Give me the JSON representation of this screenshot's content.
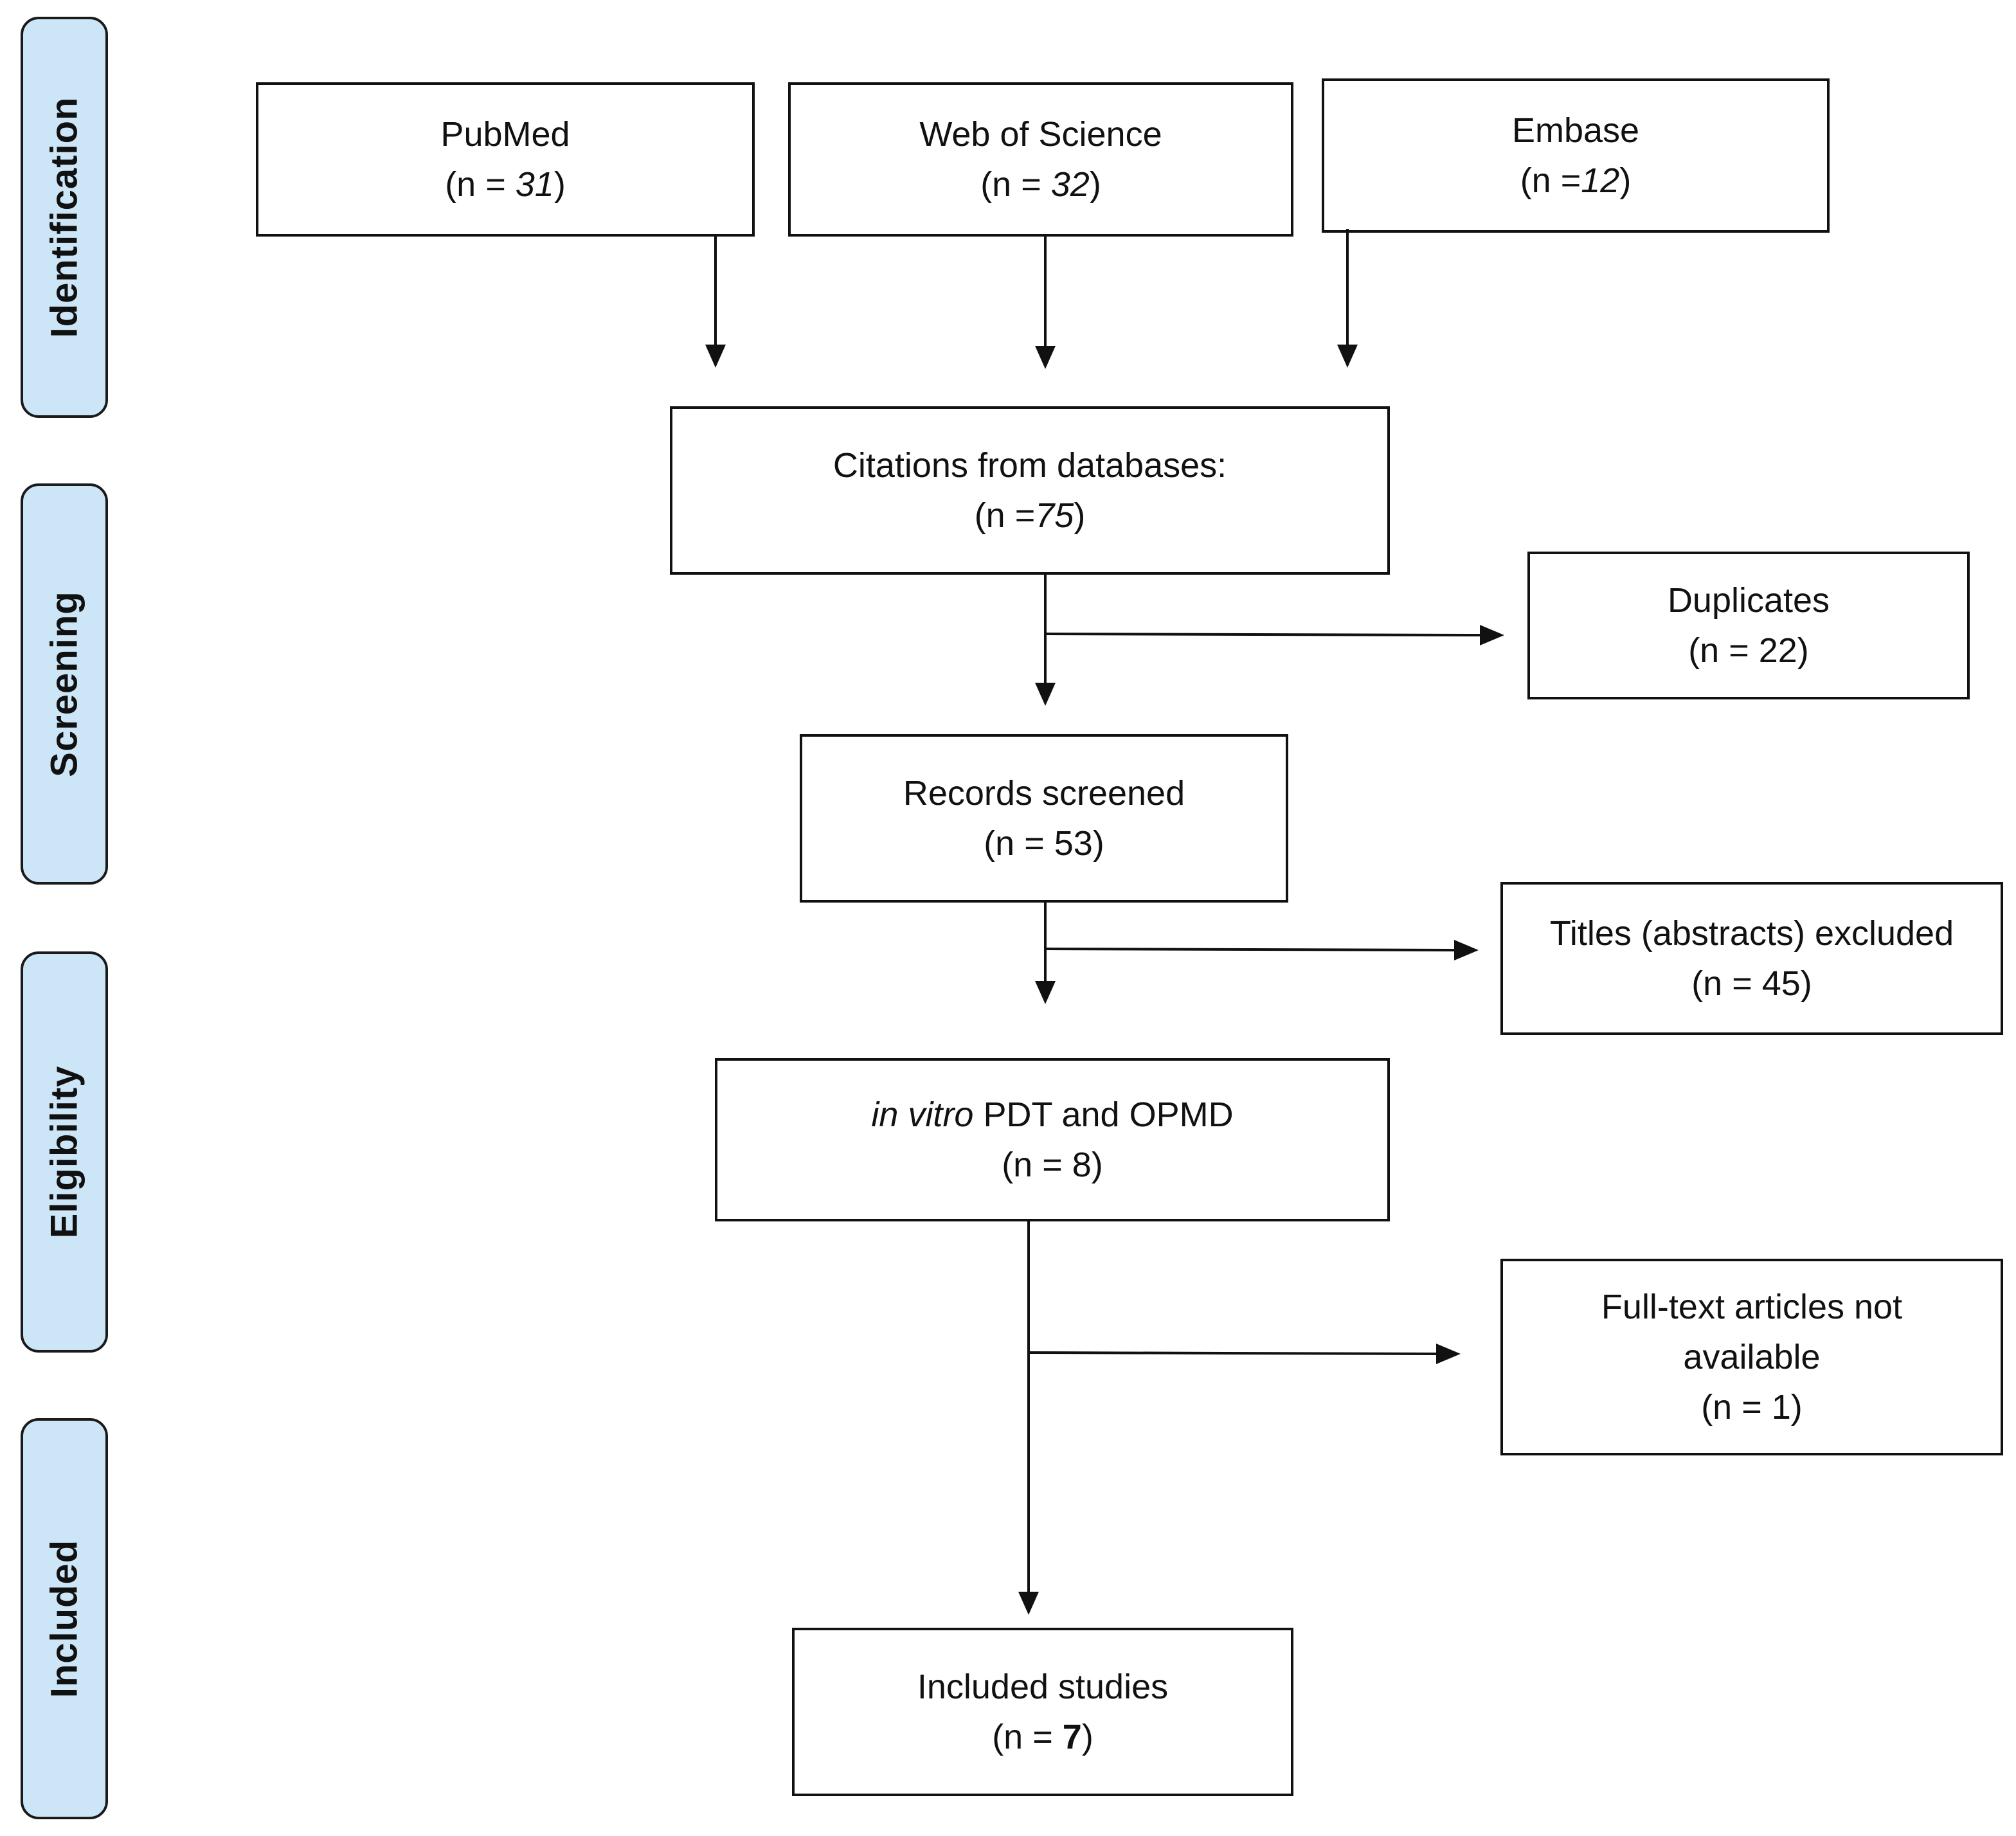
{
  "stages": {
    "identification": "Identification",
    "screening": "Screening",
    "eligibility": "Eligibility",
    "included": "Included"
  },
  "sources": {
    "pubmed": {
      "name": "PubMed",
      "prefix": "(n = ",
      "count": "31",
      "suffix": ")"
    },
    "wos": {
      "name": "Web of Science",
      "prefix": "(n = ",
      "count": "32",
      "suffix": ")"
    },
    "embase": {
      "name": "Embase",
      "prefix": "(n =",
      "count": "12",
      "suffix": ")"
    }
  },
  "citations": {
    "title": "Citations from databases:",
    "prefix": "(n =",
    "count": "75",
    "suffix": ")"
  },
  "duplicates": {
    "title": "Duplicates",
    "count_text": "(n = 22)"
  },
  "screened": {
    "title": "Records screened",
    "count_text": "(n = 53)"
  },
  "titles_excluded": {
    "title": "Titles (abstracts) excluded",
    "count_text": "(n = 45)"
  },
  "in_vitro": {
    "title_italic": "in vitro",
    "title_rest": " PDT and OPMD",
    "count_text": "(n = 8)"
  },
  "fulltext": {
    "line1": "Full-text articles not",
    "line2": "available",
    "count_text": "(n = 1)"
  },
  "included_studies": {
    "title": "Included studies",
    "prefix": "(n = ",
    "count": "7",
    "suffix": ")"
  },
  "colors": {
    "stage_fill": "#cce6f8",
    "line": "#111111"
  }
}
